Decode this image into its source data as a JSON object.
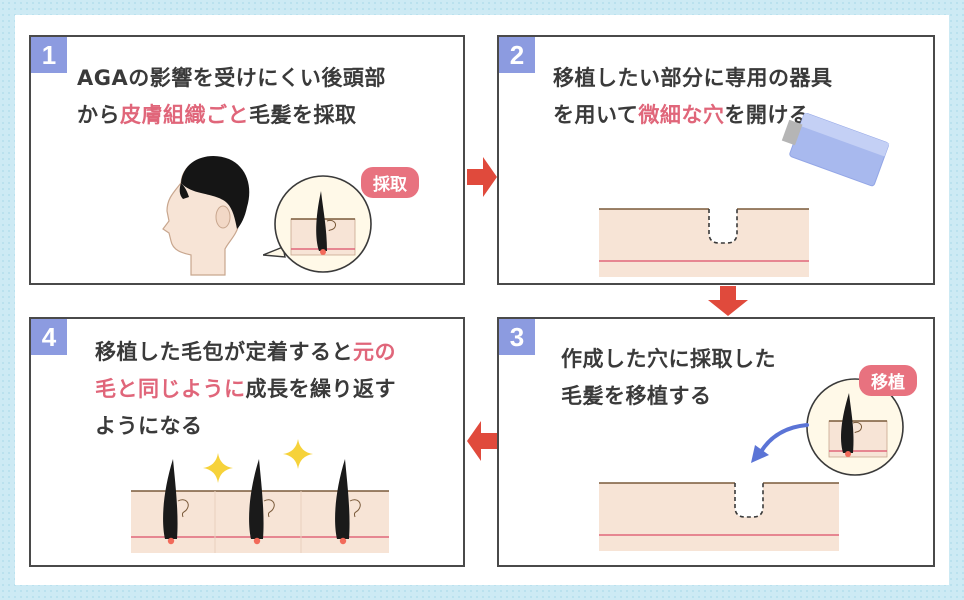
{
  "steps": [
    {
      "number": "1",
      "lines": [
        [
          {
            "t": "AGAの影響を受けにくい後頭部",
            "h": false
          }
        ],
        [
          {
            "t": "から",
            "h": false
          },
          {
            "t": "皮膚組織ごと",
            "h": true
          },
          {
            "t": "毛髪を採取",
            "h": false
          }
        ]
      ],
      "badge": "採取"
    },
    {
      "number": "2",
      "lines": [
        [
          {
            "t": "移植したい部分に専用の器具",
            "h": false
          }
        ],
        [
          {
            "t": "を用いて",
            "h": false
          },
          {
            "t": "微細な穴",
            "h": true
          },
          {
            "t": "を開ける",
            "h": false
          }
        ]
      ]
    },
    {
      "number": "3",
      "lines": [
        [
          {
            "t": "作成した穴に採取した",
            "h": false
          }
        ],
        [
          {
            "t": "毛髪を移植する",
            "h": false
          }
        ]
      ],
      "badge": "移植"
    },
    {
      "number": "4",
      "lines": [
        [
          {
            "t": "移植した毛包が定着すると",
            "h": false
          },
          {
            "t": "元の",
            "h": true
          }
        ],
        [
          {
            "t": "毛と同じように",
            "h": true
          },
          {
            "t": "成長を繰り返す",
            "h": false
          }
        ],
        [
          {
            "t": "ようになる",
            "h": false
          }
        ]
      ]
    }
  ],
  "colors": {
    "skin": "#f7e4d6",
    "skin_line": "#e0667a",
    "surface": "#7a5a3a",
    "badge": "#e8727f",
    "number_bg": "#8c9be0",
    "arrow": "#e04a3c",
    "tool": "#a8b9ee",
    "curve_arrow": "#5b74d6",
    "sparkle": "#f6d23a"
  }
}
